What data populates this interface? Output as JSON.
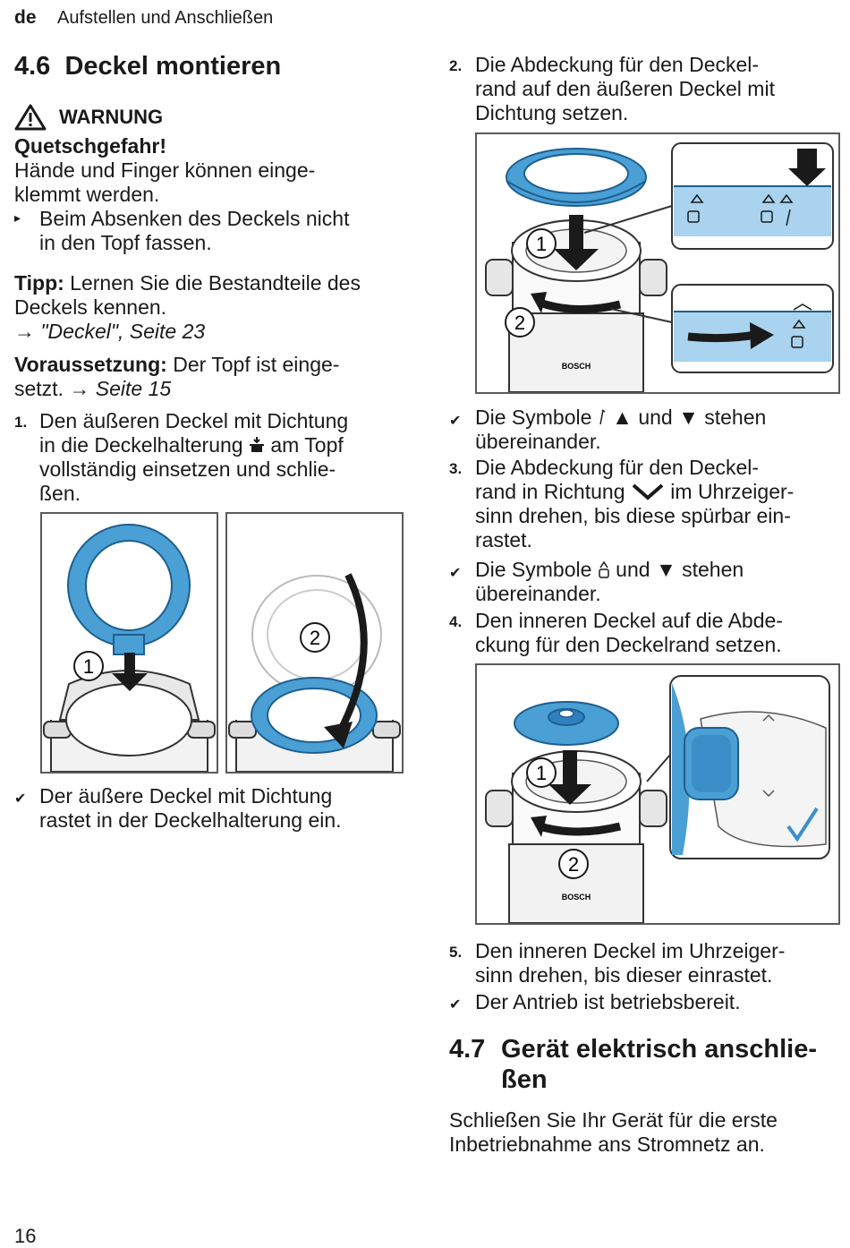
{
  "header": {
    "lang": "de",
    "chapter": "Aufstellen und Anschließen"
  },
  "section46": {
    "number": "4.6",
    "title": "Deckel montieren",
    "warning": {
      "label": "WARNUNG",
      "hazard": "Quetschgefahr!",
      "text_l1": "Hände und Finger können einge-",
      "text_l2": "klemmt werden.",
      "action_l1": "Beim Absenken des Deckels nicht",
      "action_l2": "in den Topf fassen."
    },
    "tip": {
      "label": "Tipp:",
      "text_l1": " Lernen Sie die Bestandteile des",
      "text_l2": "Deckels kennen.",
      "ref": "\"Deckel\", Seite 23"
    },
    "requirement": {
      "label": "Voraussetzung:",
      "text_l1": " Der Topf ist einge-",
      "text_l2": "setzt.",
      "ref": "Seite 15"
    },
    "step1": {
      "num": "1.",
      "l1": "Den äußeren Deckel mit Dichtung",
      "l2a": "in die Deckelhalterung",
      "l2b": "am Topf",
      "l3": "vollständig einsetzen und schlie-",
      "l4": "ßen."
    },
    "result1": {
      "l1": "Der äußere Deckel mit Dichtung",
      "l2": "rastet in der Deckelhalterung ein."
    },
    "step2": {
      "num": "2.",
      "l1": "Die Abdeckung für den Deckel-",
      "l2": "rand auf den äußeren Deckel mit",
      "l3": "Dichtung setzen."
    },
    "result2": {
      "l1a": "Die Symbole",
      "l1b": "und",
      "l1c": "stehen",
      "l2": "übereinander."
    },
    "step3": {
      "num": "3.",
      "l1": "Die Abdeckung für den Deckel-",
      "l2a": "rand in Richtung",
      "l2b": "im Uhrzeiger-",
      "l3": "sinn drehen, bis diese spürbar ein-",
      "l4": "rastet."
    },
    "result3": {
      "l1a": "Die Symbole",
      "l1b": "und",
      "l1c": "stehen",
      "l2": "übereinander."
    },
    "step4": {
      "num": "4.",
      "l1": "Den inneren Deckel auf die Abde-",
      "l2": "ckung für den Deckelrand setzen."
    },
    "step5": {
      "num": "5.",
      "l1": "Den inneren Deckel im Uhrzeiger-",
      "l2": "sinn drehen, bis dieser einrastet."
    },
    "result5": {
      "l1": "Der Antrieb ist betriebsbereit."
    }
  },
  "section47": {
    "number": "4.7",
    "title_l1": "Gerät elektrisch anschlie-",
    "title_l2": "ßen",
    "text_l1": "Schließen Sie Ihr Gerät für die erste",
    "text_l2": "Inbetriebnahme ans Stromnetz an."
  },
  "figures": {
    "callout1": "1",
    "callout2": "2",
    "brand": "BOSCH"
  },
  "page_number": "16",
  "colors": {
    "accent_blue": "#4a9fd4",
    "dark_blue": "#1e6aa8",
    "light_blue": "#a9d3ee",
    "border": "#5a5a5a"
  }
}
